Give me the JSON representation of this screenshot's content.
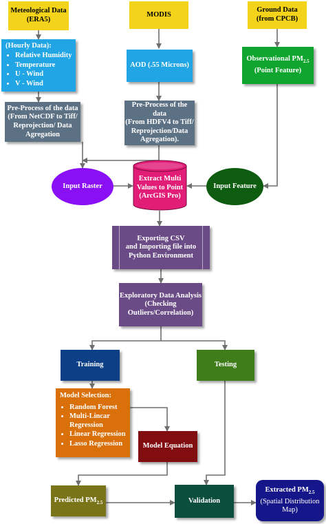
{
  "nodes": {
    "era5": {
      "lines": [
        "Meteological Data",
        "(ERA5)"
      ]
    },
    "modis": {
      "label": "MODIS"
    },
    "ground": {
      "lines": [
        "Ground Data",
        "(from CPCB)"
      ]
    },
    "hourly": {
      "title": "(Hourly Data):",
      "items": [
        "Relative Humidity",
        "Temperature",
        "U - Wind",
        "V - Wind"
      ]
    },
    "aod": {
      "label": "AOD (.55 Microns)"
    },
    "observational": {
      "prefix": "Observational PM",
      "sub": "2.5",
      "suffix": "(Point Feature)"
    },
    "preprocess_netcdf": {
      "lines": [
        "Pre-Process of the data",
        "(From NetCDF to Tiff/",
        "Reprojection/ Data",
        "Agregation"
      ]
    },
    "preprocess_hdf": {
      "lines": [
        "Pre-Process of the data",
        "(From HDFV4 to Tiff/",
        "Reprojection/Data",
        "Agregation)."
      ]
    },
    "input_raster": {
      "label": "Input Raster"
    },
    "extract": {
      "lines": [
        "Extract Multi",
        "Values to Point",
        "(ArcGIS Pro)"
      ]
    },
    "input_feature": {
      "label": "Input Feature"
    },
    "export": {
      "lines": [
        "Exporting CSV",
        "and Importing file into",
        "Python Environment"
      ]
    },
    "eda": {
      "lines": [
        "Exploratory Data Analysis",
        "(Checking",
        "Outliers/Correlation)"
      ]
    },
    "training": {
      "label": "Training"
    },
    "testing": {
      "label": "Testing"
    },
    "model_selection": {
      "title": "Model Selection:",
      "items": [
        "Random Forest",
        "Multi-Lincar Regression",
        "Linear Regression",
        "Lasso Regression"
      ]
    },
    "model_equation": {
      "label": "Model Equation"
    },
    "predicted": {
      "prefix": "Predicted PM",
      "sub": "2.5"
    },
    "validation": {
      "label": "Validation"
    },
    "extracted": {
      "prefix": "Extracted PM",
      "sub": "2.5",
      "lines": [
        "(Spatial Distribution",
        "Map)"
      ]
    }
  },
  "colors": {
    "yellow": "#f3d41a",
    "sky_blue": "#21a5e4",
    "green": "#0fa52f",
    "slate": "#5d7185",
    "purple": "#8a0ff5",
    "magenta": "#e11d78",
    "dark_green": "#0d5c0f",
    "plum": "#6b4b86",
    "navy": "#0c3f86",
    "olive_green": "#3e7d19",
    "orange": "#d9700a",
    "maroon": "#820d11",
    "olive": "#7a7418",
    "teal": "#0b4e3d",
    "deep_blue": "#15168a",
    "arrow": "#6f6f6f"
  }
}
